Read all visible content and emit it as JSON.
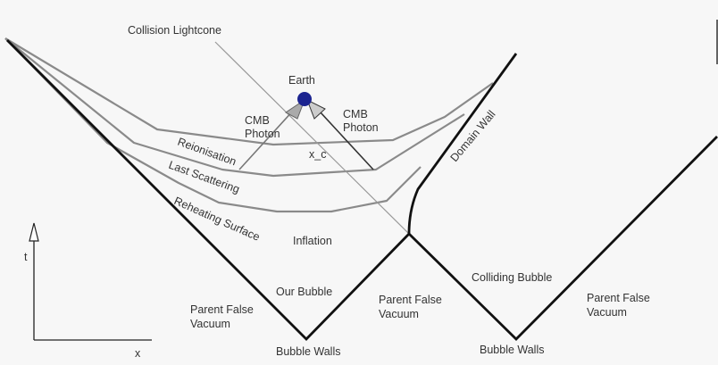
{
  "labels": {
    "collision_lightcone": "Collision Lightcone",
    "earth": "Earth",
    "cmb_photon_left": [
      "CMB",
      "Photon"
    ],
    "cmb_photon_right": [
      "CMB",
      "Photon"
    ],
    "reionisation": "Reionisation",
    "x_c": "x_c",
    "last_scattering": "Last Scattering",
    "reheating_surface": "Reheating Surface",
    "domain_wall": "Domain Wall",
    "inflation": "Inflation",
    "our_bubble": "Our Bubble",
    "parent_false_vacuum_left": [
      "Parent False",
      "Vacuum"
    ],
    "parent_false_vacuum_middle": [
      "Parent False",
      "Vacuum"
    ],
    "parent_false_vacuum_right": [
      "Parent False",
      "Vacuum"
    ],
    "colliding_bubble": "Colliding Bubble",
    "bubble_walls_left": "Bubble Walls",
    "bubble_walls_right": "Bubble Walls",
    "axis_t": "t",
    "axis_x": "x"
  },
  "colors": {
    "earth": "#1c2490",
    "wall": "#111111",
    "surface": "#8a8a8a",
    "background": "#f7f7f7"
  }
}
